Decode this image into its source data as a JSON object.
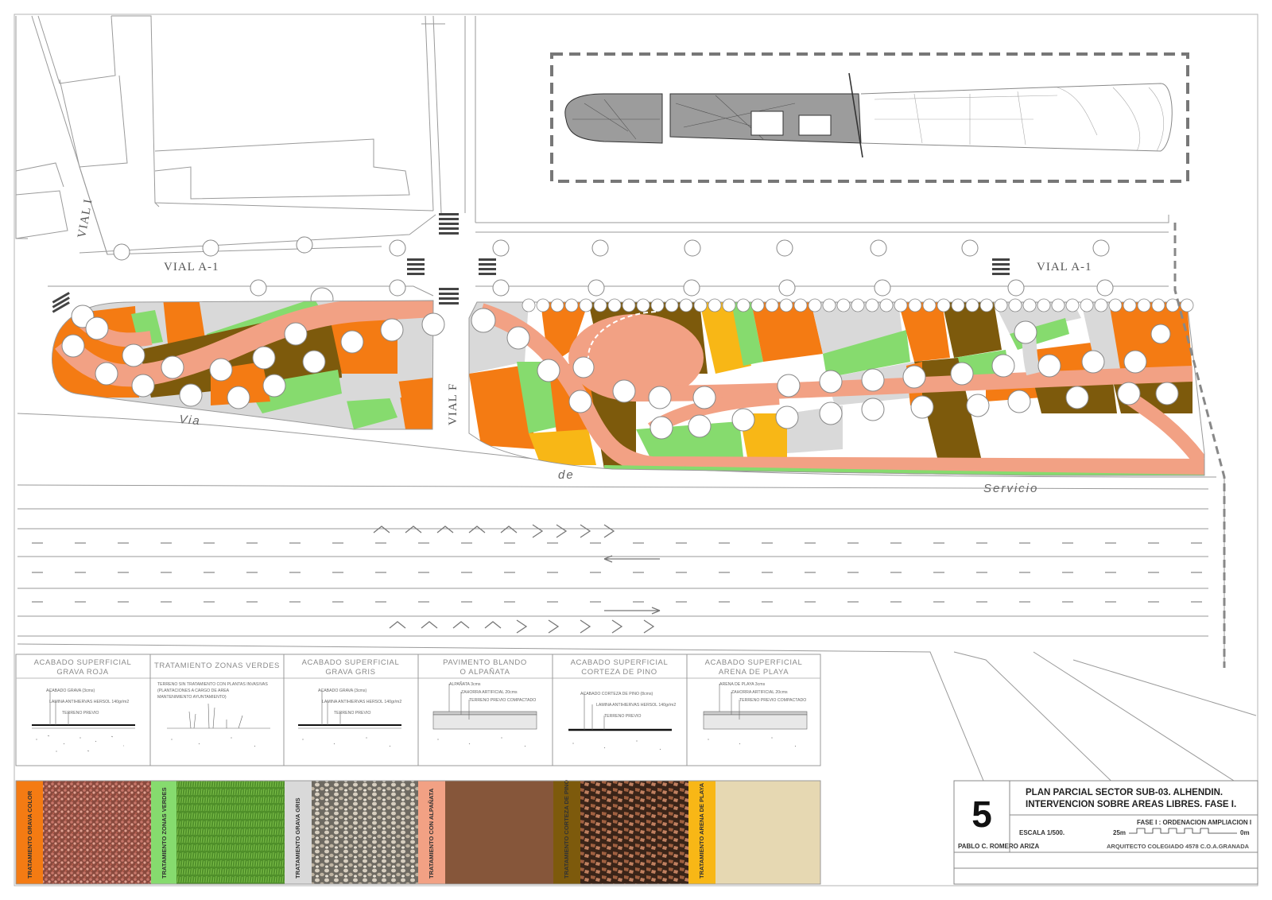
{
  "streets": {
    "vial_i": "VIAL I",
    "vial_a1_left": "VIAL A-1",
    "vial_a1_right": "VIAL A-1",
    "vial_f": "VIAL F",
    "via": "Via",
    "de": "de",
    "servicio": "Servicio"
  },
  "legend_sections": [
    {
      "title1": "ACABADO SUPERFICIAL",
      "title2": "GRAVA ROJA",
      "notes": [
        "ACABADO GRAVA (3cms)",
        "LAMINA ANTIHIERVAS HERSOL 140gr/m2",
        "TERRENO PREVIO"
      ]
    },
    {
      "title1": "TRATAMIENTO ZONAS VERDES",
      "title2": "",
      "notes": [
        "TERRENO SIN TRATAMIENTO CON PLANTAS INVASIVAS",
        "(PLANTACIONES A CARGO DE AREA",
        "MANTENIMIENTO AYUNTAMIENTO)"
      ]
    },
    {
      "title1": "ACABADO SUPERFICIAL",
      "title2": "GRAVA GRIS",
      "notes": [
        "ACABADO GRAVA (3cms)",
        "LAMINA ANTIHIERVAS HERSOL 140gr/m2",
        "TERRENO PREVIO"
      ]
    },
    {
      "title1": "PAVIMENTO BLANDO",
      "title2": "O ALPAÑATA",
      "notes": [
        "ALPAÑATA 3cms",
        "ZAHORRA ARTIFICIAL 20cms",
        "TERRENO PREVIO COMPACTADO"
      ]
    },
    {
      "title1": "ACABADO SUPERFICIAL",
      "title2": "CORTEZA DE PINO",
      "notes": [
        "ACABADO CORTEZA DE PINO (8cms)",
        "LAMINA ANTIHIERVAS HERSOL 140gr/m2",
        "TERRENO PREVIO"
      ]
    },
    {
      "title1": "ACABADO SUPERFICIAL",
      "title2": "ARENA DE PLAYA",
      "notes": [
        "ARENA DE PLAYA 3cms",
        "ZAHORRA ARTIFICIAL 20cms",
        "TERRENO PREVIO COMPACTADO"
      ]
    }
  ],
  "swatches": [
    {
      "label": "TRATAMIENTO GRAVA COLOR",
      "color": "#f47b13",
      "texture": "red-gravel"
    },
    {
      "label": "TRATAMIENTO ZONAS VERDES",
      "color": "#86db6e",
      "texture": "grass"
    },
    {
      "label": "TRATAMIENTO GRAVA GRIS",
      "color": "#d9d9d9",
      "texture": "grey-gravel"
    },
    {
      "label": "TRATAMIENTO CON ALPAÑATA",
      "color": "#f2a184",
      "texture": "alpanata"
    },
    {
      "label": "TRATAMIENTO CORTEZA DE PINO",
      "color": "#7d5a0c",
      "texture": "pine-bark"
    },
    {
      "label": "TRATAMIENTO ARENA DE PLAYA",
      "color": "#f8b716",
      "texture": "sand"
    }
  ],
  "title_block": {
    "sheet_number": "5",
    "title_line1": "PLAN PARCIAL SECTOR SUB-03. ALHENDIN.",
    "title_line2": "INTERVENCION SOBRE AREAS LIBRES. FASE I.",
    "scale": "ESCALA 1/500.",
    "phase": "FASE I :  ORDENACION AMPLIACION I",
    "scale_bar_left": "25m",
    "scale_bar_right": "0m",
    "author": "PABLO C. ROMERO ARIZA",
    "architect": "ARQUITECTO COLEGIADO 4578 C.O.A.GRANADA"
  },
  "colors": {
    "orange": "#f47b13",
    "green": "#86db6e",
    "grey": "#d9d9d9",
    "salmon": "#f2a184",
    "brown": "#7d5a0c",
    "yellow": "#f8b716",
    "line": "#9a9a9a"
  }
}
